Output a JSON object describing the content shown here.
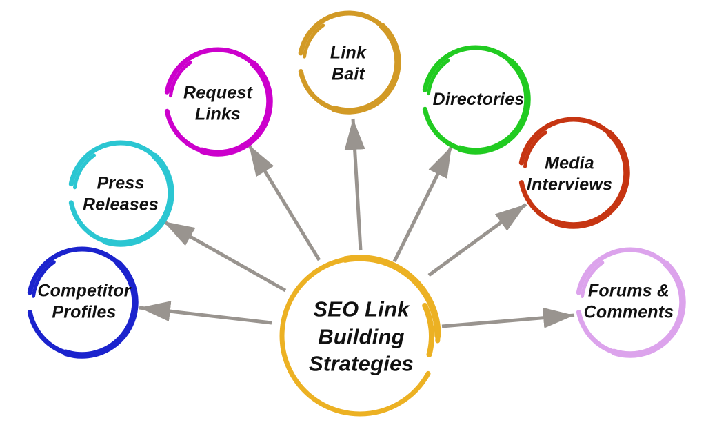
{
  "diagram_title": "SEO Link Building Strategies",
  "arrow_color": "#99948F",
  "text_color": "#111111",
  "center": {
    "id": "seo-link-building-strategies",
    "label": "SEO Link\nBuilding\nStrategies",
    "color": "#ECB123"
  },
  "nodes": [
    {
      "id": "link-bait",
      "label": "Link\nBait",
      "color": "#D29A26"
    },
    {
      "id": "request-links",
      "label": "Request\nLinks",
      "color": "#CC00CC"
    },
    {
      "id": "press-releases",
      "label": "Press\nReleases",
      "color": "#2BC6D2"
    },
    {
      "id": "competitor-profiles",
      "label": "Competitor\nProfiles",
      "color": "#1B23CD"
    },
    {
      "id": "directories",
      "label": "Directories",
      "color": "#21CB21"
    },
    {
      "id": "media-interviews",
      "label": "Media\nInterviews",
      "color": "#C63512"
    },
    {
      "id": "forums-comments",
      "label": "Forums &\nComments",
      "color": "#DCA3EC"
    }
  ],
  "connections": [
    "center -> link-bait",
    "center -> request-links",
    "center -> press-releases",
    "center -> competitor-profiles",
    "center -> directories",
    "center -> media-interviews",
    "center -> forums-comments"
  ]
}
